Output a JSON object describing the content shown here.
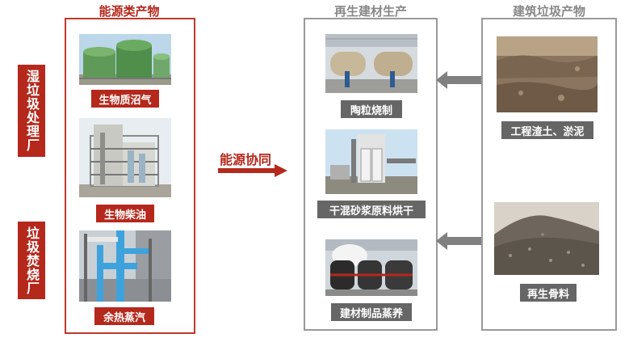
{
  "titles": {
    "energy": "能源类产物",
    "recycled": "再生建材生产",
    "construction": "建筑垃圾产物"
  },
  "side_labels": {
    "wet": "湿垃圾处理厂",
    "incineration": "垃圾焚烧厂"
  },
  "energy_items": [
    {
      "label": "生物质沼气"
    },
    {
      "label": "生物柴油"
    },
    {
      "label": "余热蒸汽"
    }
  ],
  "synergy_label": "能源协同",
  "recycled_items": [
    {
      "label": "陶粒烧制"
    },
    {
      "label": "干混砂浆原料烘干"
    },
    {
      "label": "建材制品蒸养"
    }
  ],
  "construction_items": [
    {
      "label": "工程渣土、淤泥"
    },
    {
      "label": "再生骨料"
    }
  ],
  "colors": {
    "accent_red": "#b5281c",
    "caption_gray": "#666666",
    "frame_gray": "#9a9a9a",
    "arrow_gray": "#808080"
  }
}
